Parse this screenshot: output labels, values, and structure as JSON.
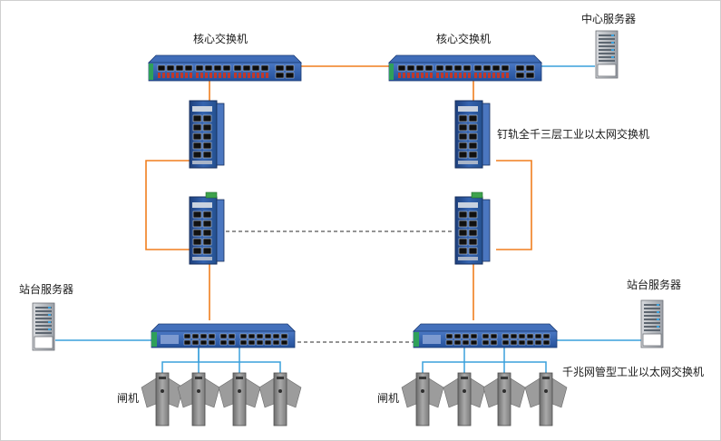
{
  "labels": {
    "core_switch_left": "核心交换机",
    "core_switch_right": "核心交换机",
    "center_server": "中心服务器",
    "din_rail_switch": "钉轨全千三层工业以太网交换机",
    "station_server_left": "站台服务器",
    "station_server_right": "站台服务器",
    "managed_switch": "千兆网管型工业以太网交换机",
    "gate_left": "闸机",
    "gate_right": "闸机"
  },
  "colors": {
    "fiber_link": "#f07f1e",
    "ethernet_link": "#3aa0dc",
    "redundant_link": "#666666",
    "device_blue": "#2f5fa8",
    "device_dark": "#1e3f78",
    "server_gray": "#8a8f96"
  }
}
